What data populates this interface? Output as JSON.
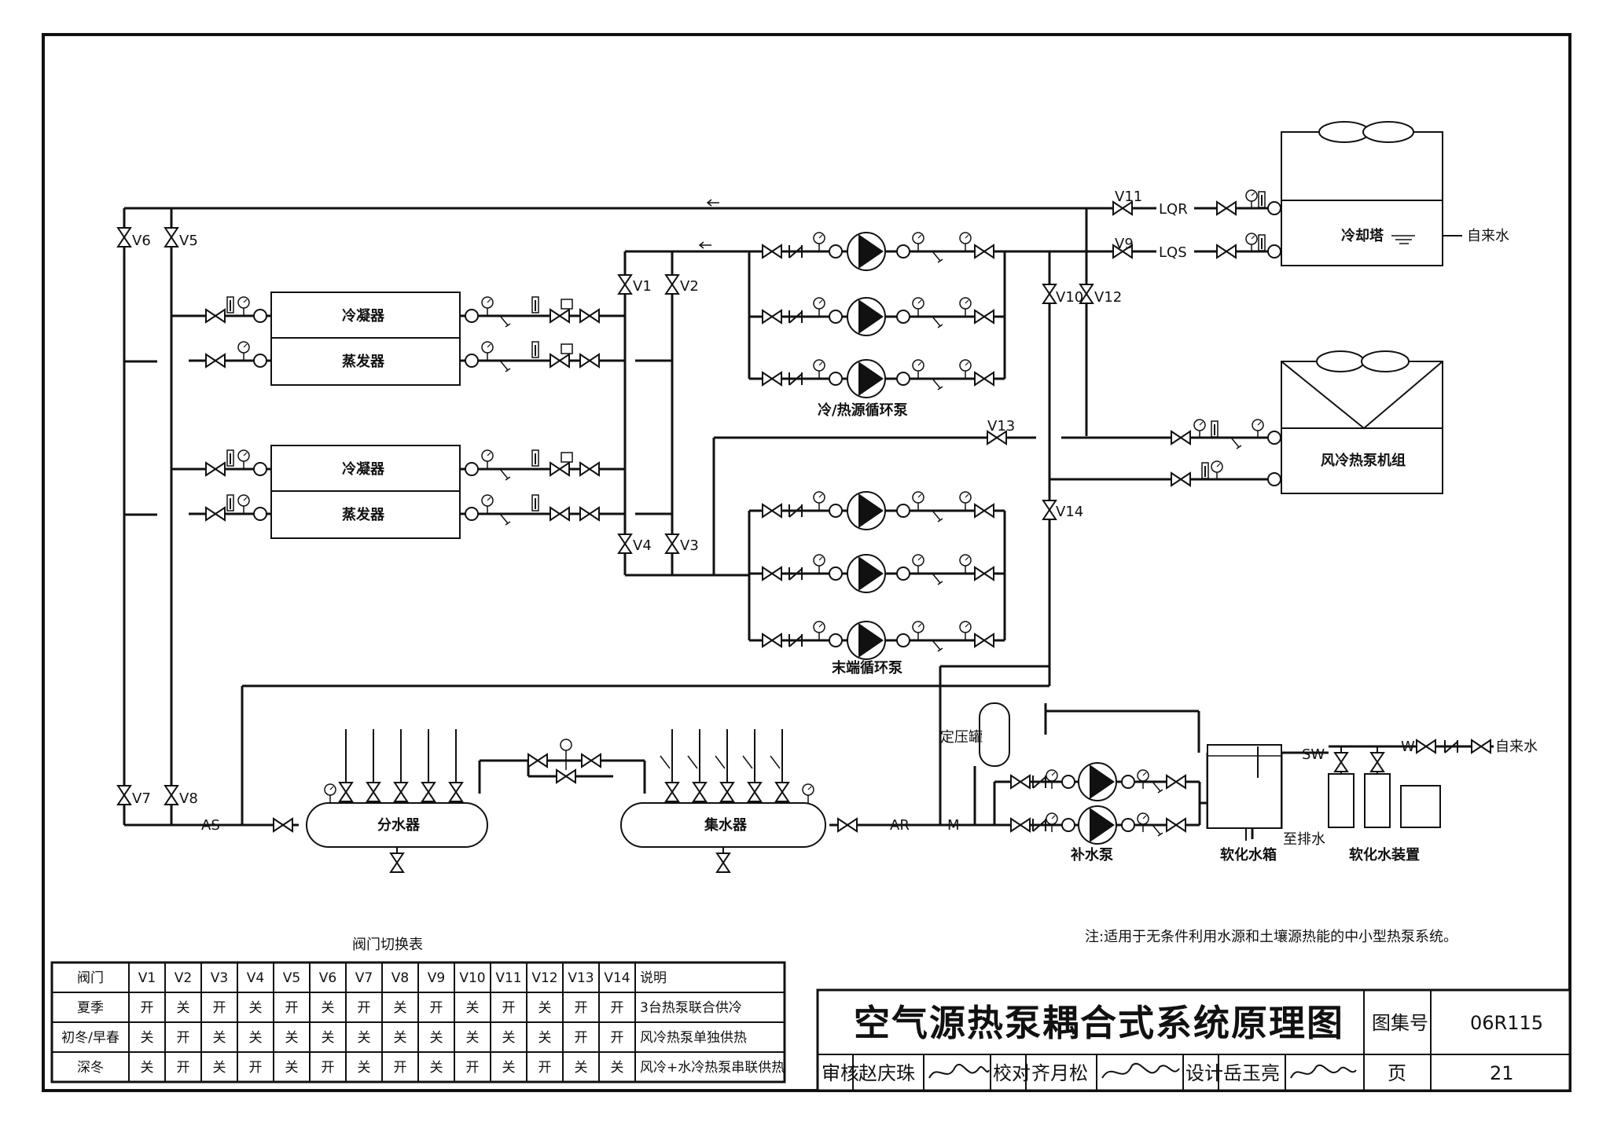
{
  "equipment": {
    "condenser_1": "冷凝器",
    "evaporator_1": "蒸发器",
    "condenser_2": "冷凝器",
    "evaporator_2": "蒸发器",
    "source_pumps": "冷/热源循环泵",
    "terminal_pumps": "末端循环泵",
    "cooling_tower": "冷却塔",
    "air_unit": "风冷热泵机组",
    "supply_header": "分水器",
    "return_header": "集水器",
    "pressure_tank": "定压罐",
    "makeup_pump": "补水泵",
    "soft_tank": "软化水箱",
    "soft_device": "软化水装置",
    "tap_water_1": "自来水",
    "tap_water_2": "自来水",
    "to_drain": "至排水"
  },
  "pipe_labels": {
    "lqr": "LQR",
    "lqs": "LQS",
    "as": "AS",
    "ar": "AR",
    "m": "M",
    "sw": "SW",
    "w": "W"
  },
  "valves": {
    "v1": "V1",
    "v2": "V2",
    "v3": "V3",
    "v4": "V4",
    "v5": "V5",
    "v6": "V6",
    "v7": "V7",
    "v8": "V8",
    "v9": "V9",
    "v10": "V10",
    "v11": "V11",
    "v12": "V12",
    "v13": "V13",
    "v14": "V14"
  },
  "note": "注:适用于无条件利用水源和土壤源热能的中小型热泵系统。",
  "valve_table": {
    "title": "阀门切换表",
    "header": [
      "阀门",
      "V1",
      "V2",
      "V3",
      "V4",
      "V5",
      "V6",
      "V7",
      "V8",
      "V9",
      "V10",
      "V11",
      "V12",
      "V13",
      "V14",
      "说明"
    ],
    "rows": [
      [
        "夏季",
        "开",
        "关",
        "开",
        "关",
        "开",
        "关",
        "开",
        "关",
        "开",
        "关",
        "开",
        "关",
        "开",
        "开",
        "3台热泵联合供冷"
      ],
      [
        "初冬/早春",
        "关",
        "开",
        "关",
        "关",
        "关",
        "关",
        "关",
        "关",
        "关",
        "关",
        "关",
        "关",
        "开",
        "开",
        "风冷热泵单独供热"
      ],
      [
        "深冬",
        "关",
        "开",
        "关",
        "开",
        "关",
        "开",
        "关",
        "开",
        "关",
        "开",
        "关",
        "开",
        "关",
        "关",
        "风冷+水冷热泵串联供热"
      ]
    ]
  },
  "title_block": {
    "title": "空气源热泵耦合式系统原理图",
    "atlas_label": "图集号",
    "atlas_no": "06R115",
    "review_label": "审核",
    "reviewer": "赵庆珠",
    "check_label": "校对",
    "checker": "齐月松",
    "design_label": "设计",
    "designer": "岳玉亮",
    "page_label": "页",
    "page_no": "21"
  },
  "colors": {
    "line": "#111111",
    "background": "#ffffff"
  }
}
